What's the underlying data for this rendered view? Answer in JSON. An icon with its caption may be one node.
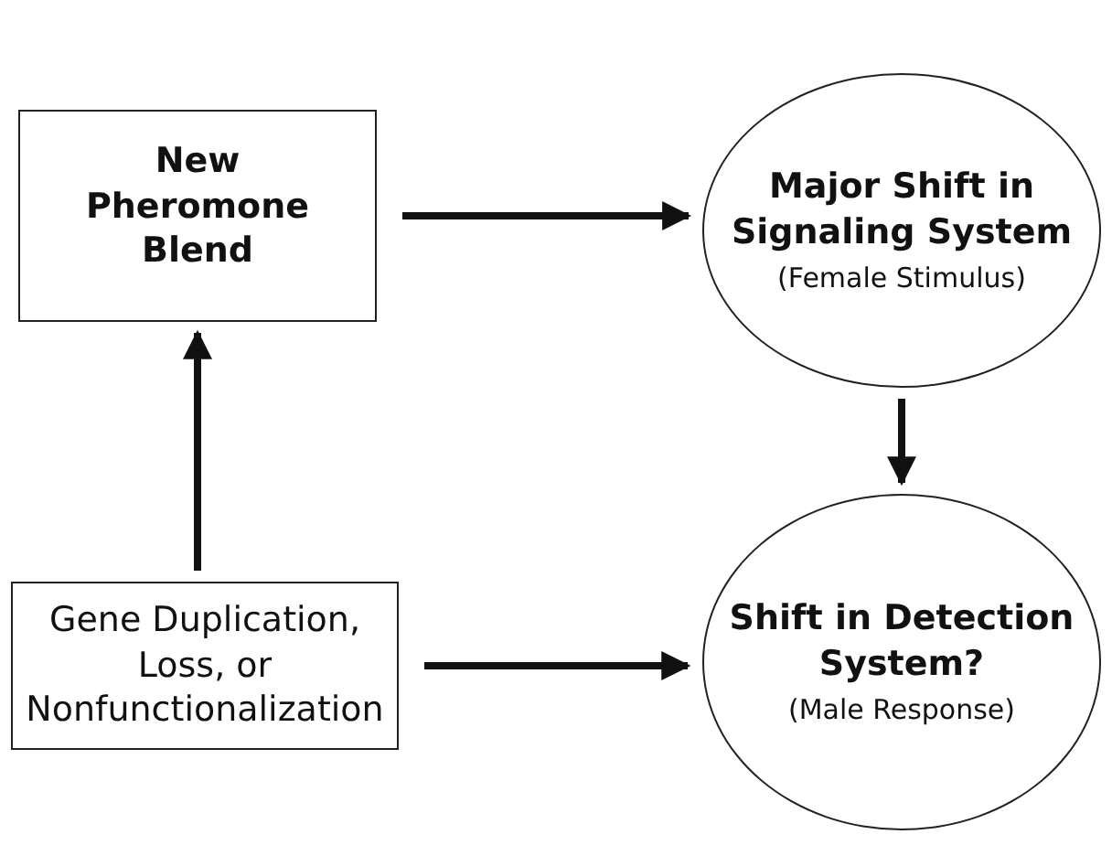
{
  "diagram": {
    "nodes": [
      {
        "text": [
          "New Pheromone Blend"
        ]
      },
      {
        "text": [
          "Major Shift in Signaling System",
          "(Female Stimulus)"
        ]
      },
      {
        "text": [
          "Gene Duplication, Loss, or Nonfunctionalization"
        ]
      },
      {
        "text": [
          "Shift in Detection System?",
          "(Male Response)"
        ]
      }
    ],
    "edges": [
      {
        "from": 0,
        "to": 1,
        "arrow": "to"
      },
      {
        "from": 1,
        "to": 3,
        "arrow": "to"
      },
      {
        "from": 2,
        "to": 0,
        "arrow": "to"
      },
      {
        "from": 2,
        "to": 3,
        "arrow": "to"
      }
    ]
  }
}
